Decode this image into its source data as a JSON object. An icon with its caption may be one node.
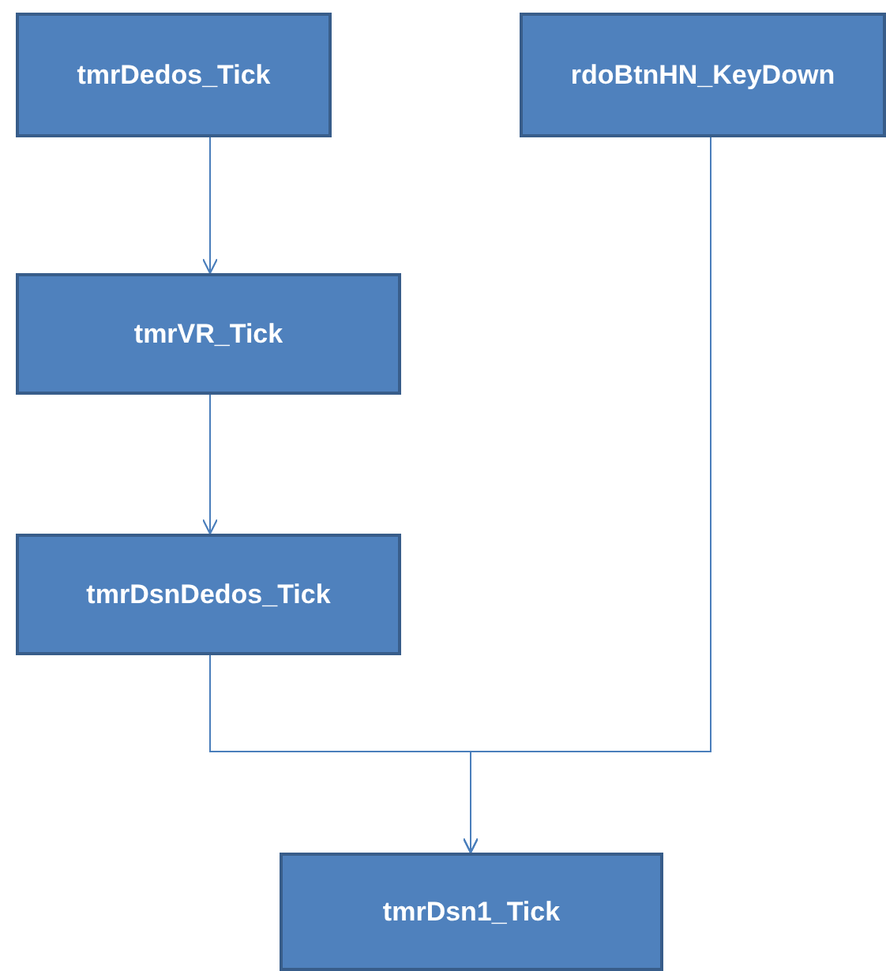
{
  "diagram": {
    "nodes": [
      {
        "text": [
          "tmrDedos_Tick"
        ]
      },
      {
        "text": [
          "rdoBtnHN_KeyDown"
        ]
      },
      {
        "text": [
          "tmrVR_Tick"
        ]
      },
      {
        "text": [
          "tmrDsnDedos_Tick"
        ]
      },
      {
        "text": [
          "tmrDsn1_Tick"
        ]
      }
    ],
    "edges": [
      {
        "from": 0,
        "to": 2,
        "arrow": "to"
      },
      {
        "from": 2,
        "to": 3,
        "arrow": "to"
      },
      {
        "from": 3,
        "to": 4,
        "arrow": "to"
      },
      {
        "from": 1,
        "to": 4,
        "arrow": "to"
      }
    ]
  }
}
